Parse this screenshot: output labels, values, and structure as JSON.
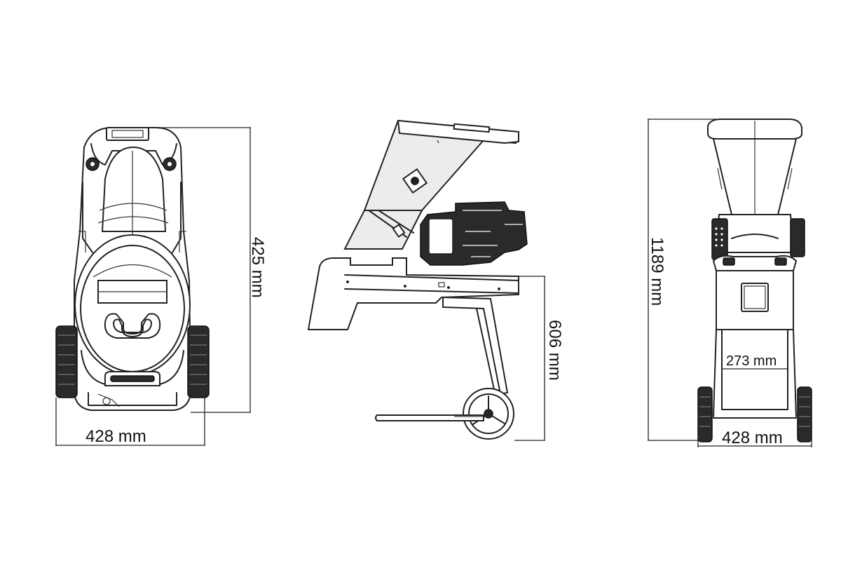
{
  "dimensions": {
    "front_depth": "425 mm",
    "front_width": "428 mm",
    "side_height": "606 mm",
    "rear_height": "1189 mm",
    "rear_inner_width": "273 mm",
    "rear_width": "428 mm"
  }
}
